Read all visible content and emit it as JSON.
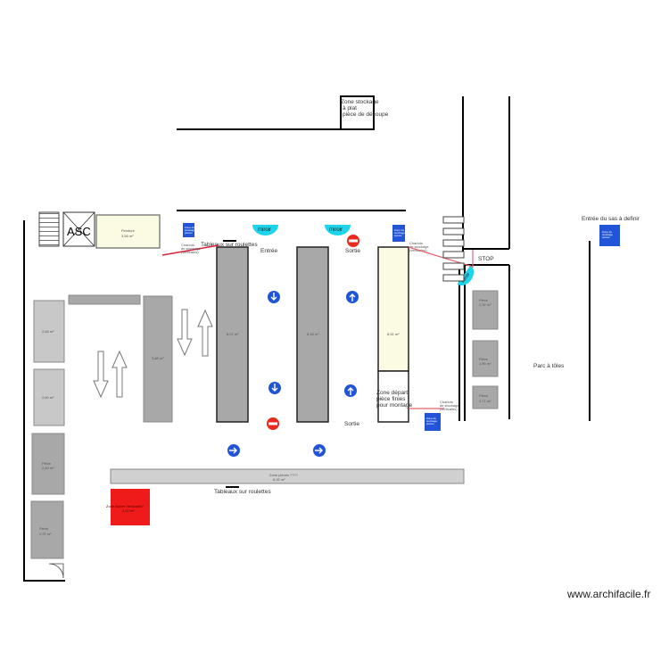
{
  "labels": {
    "asc": "ASC",
    "zone_stockage": [
      "Zone stockage",
      "à plat",
      "pièce de découpe"
    ],
    "peinture": "Peinture",
    "peinture_area": "3,56 m²",
    "tableaux_top": "Tableaux sur roulettes",
    "tableaux_bottom": "Tableaux sur roulettes",
    "entree": "Entrée",
    "sortie_top": "Sortie",
    "sortie_bottom": "Sortie",
    "mirror": "miroir",
    "stop": "STOP",
    "entree_sas": "Entrée du sas  à definir",
    "parc_toles": "Parc à tôles",
    "zone_depart": [
      "Zone départ",
      "pièce finies",
      "pour montage"
    ],
    "zone_pieces": "Zone pièces ????",
    "zone_pieces_area": "6,92 m²",
    "red_zone": "Zone Atelier Verticalité?",
    "red_zone_area": "2,00 m²",
    "piece": "Pièce",
    "chariots": [
      "Chariots",
      "de stockage",
      "(verticales)"
    ],
    "watermark": "www.archifacile.fr"
  },
  "areas": {
    "left_1": "2,84 m²",
    "left_2": "2,60 m²",
    "left_3": "2,60 m²",
    "left_4": "2,97 m²",
    "center_block": "3,88 m²",
    "rack_1": "8,07 m²",
    "rack_2": "8,43 m²",
    "rack_3": "8,51 m²",
    "right_1": "2,32 m²",
    "right_2": "1,90 m²",
    "right_3": "2,71 m²"
  },
  "sign_text": [
    "Zone de",
    "stockage",
    "pièces"
  ],
  "colors": {
    "wall": "#000000",
    "rack_gray": "#a8a8a8",
    "light_gray": "#c8c8c8",
    "beige": "#fbfae3",
    "red_zone": "#ef1b1b",
    "mirror": "#1ed4ea",
    "sign_blue": "#2154d6",
    "no_entry_red": "#e82a1f",
    "annot_red": "#e0303a"
  }
}
